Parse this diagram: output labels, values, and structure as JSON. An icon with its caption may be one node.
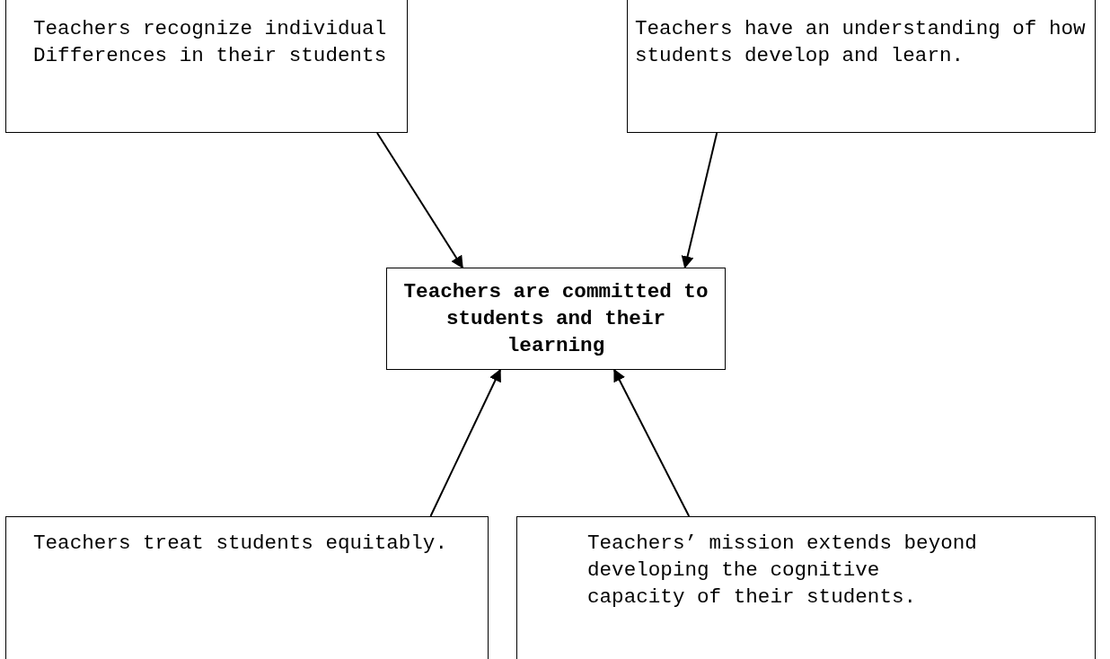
{
  "diagram": {
    "nodes": [
      {
        "text": [
          "Teachers recognize individual Differences in their students"
        ]
      },
      {
        "text": [
          "Teachers have an understanding of how students develop and learn."
        ]
      },
      {
        "text": [
          "Teachers are committed to students and their learning"
        ]
      },
      {
        "text": [
          "Teachers treat students equitably."
        ]
      },
      {
        "text": [
          "Teachers’ mission extends beyond developing the cognitive capacity of their students."
        ]
      }
    ],
    "edges": [
      {
        "from": 0,
        "to": 2,
        "arrow": "to"
      },
      {
        "from": 1,
        "to": 2,
        "arrow": "to"
      },
      {
        "from": 3,
        "to": 2,
        "arrow": "to"
      },
      {
        "from": 4,
        "to": 2,
        "arrow": "to"
      }
    ]
  }
}
